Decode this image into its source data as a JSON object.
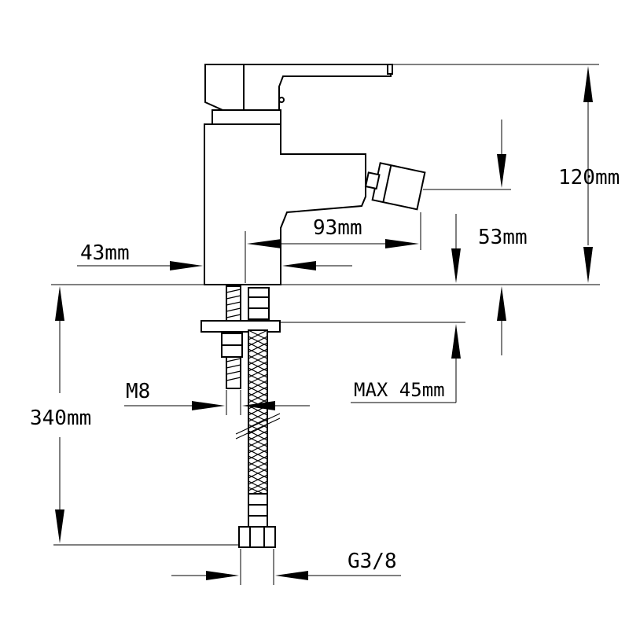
{
  "drawing": {
    "subject": "Bidet mixer tap dimension drawing",
    "line_color": "#000000",
    "background_color": "#ffffff"
  },
  "dimensions": {
    "height_total": "120mm",
    "spout_height": "53mm",
    "spout_reach": "93mm",
    "body_width": "43mm",
    "max_deck_thickness": "MAX 45mm",
    "stud_thread": "M8",
    "hose_length": "340mm",
    "hose_connection": "G3/8"
  }
}
